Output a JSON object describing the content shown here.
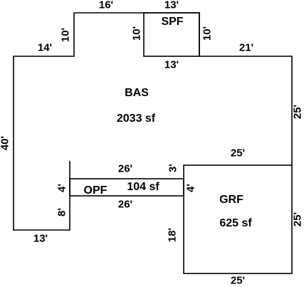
{
  "colors": {
    "line": "#000000",
    "text": "#000000",
    "background": "#ffffff"
  },
  "areas": {
    "bas": {
      "code": "BAS",
      "size": "2033 sf"
    },
    "spf": {
      "code": "SPF"
    },
    "opf": {
      "code": "OPF",
      "size": "104 sf"
    },
    "grf": {
      "code": "GRF",
      "size": "625 sf"
    }
  },
  "dimensions": {
    "top_16": "16'",
    "top_13": "13'",
    "left_step_14": "14'",
    "step_10": "10'",
    "spf_left_10": "10'",
    "spf_right_10": "10'",
    "spf_bottom_13": "13'",
    "right_step_21": "21'",
    "right_25": "25'",
    "left_40": "40'",
    "opf_top_26": "26'",
    "opf_bottom_26": "26'",
    "opf_left_4": "4'",
    "opf_right_4": "4'",
    "bas_3": "3'",
    "left_8": "8'",
    "bottom_13": "13'",
    "grf_top_25": "25'",
    "grf_left_18": "18'",
    "grf_right_25": "25'",
    "grf_bottom_25": "25'"
  }
}
